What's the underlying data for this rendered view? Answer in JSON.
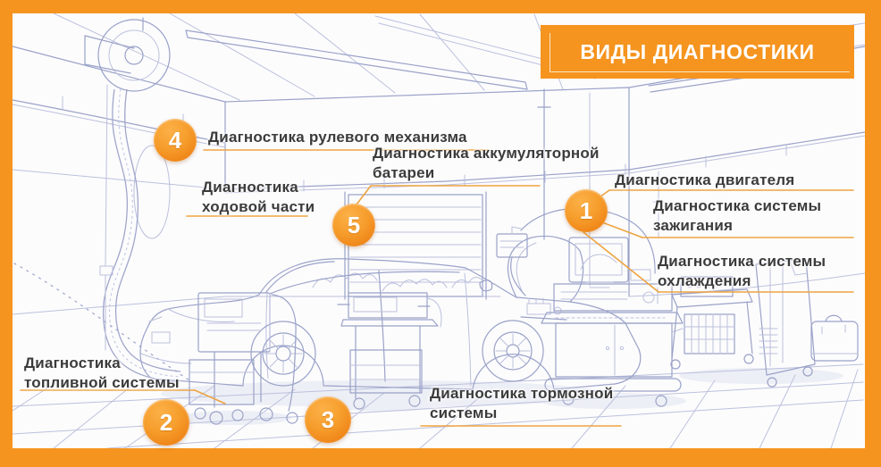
{
  "title": "ВИДЫ ДИАГНОСТИКИ",
  "colors": {
    "accent_orange": "#f5941f",
    "leader_line": "#eea440",
    "marker_gradient_top": "#fcb148",
    "marker_gradient_bottom": "#e5760f",
    "label_text": "#3b3b3b",
    "sketch_line": "#9aa2c8",
    "background": "#fcfcfd"
  },
  "markers": [
    {
      "number": "1"
    },
    {
      "number": "2"
    },
    {
      "number": "3"
    },
    {
      "number": "4"
    },
    {
      "number": "5"
    }
  ],
  "labels": {
    "engine": {
      "lines": [
        "Диагностика двигателя"
      ]
    },
    "ignition": {
      "lines": [
        "Диагностика системы",
        "зажигания"
      ]
    },
    "cooling": {
      "lines": [
        "Диагностика системы",
        "охлаждения"
      ]
    },
    "battery": {
      "lines": [
        "Диагностика аккумуляторной",
        "батареи"
      ]
    },
    "steering": {
      "lines": [
        "Диагностика рулевого механизма"
      ]
    },
    "chassis": {
      "lines": [
        "Диагностика",
        "ходовой части"
      ]
    },
    "fuel": {
      "lines": [
        "Диагностика",
        "топливной системы"
      ]
    },
    "brakes": {
      "lines": [
        "Диагностика тормозной",
        "системы"
      ]
    }
  }
}
